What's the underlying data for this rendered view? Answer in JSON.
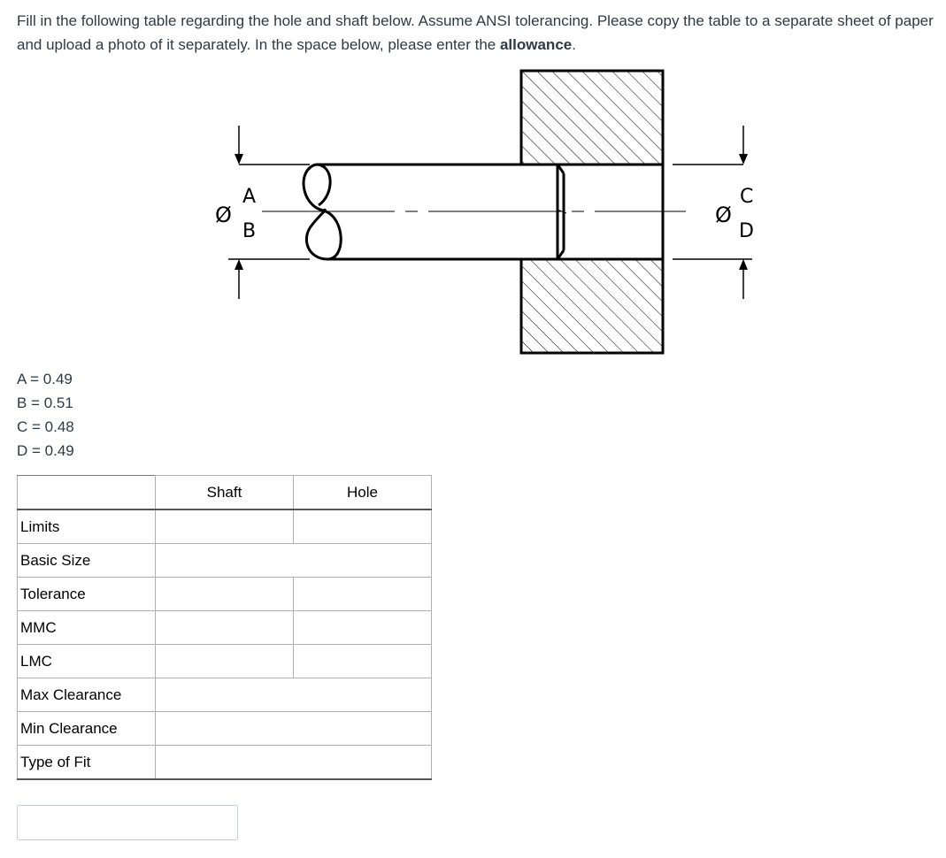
{
  "question": {
    "text_before": "Fill in the following table regarding the hole and shaft below. Assume ANSI tolerancing. Please copy the table to a separate sheet of paper and upload a photo of it separately. In the space below, please enter the ",
    "emphasis": "allowance",
    "text_after": "."
  },
  "figure": {
    "diameter_symbol": "Ø",
    "shaft_labels": {
      "top": "A",
      "bottom": "B"
    },
    "hole_labels": {
      "top": "C",
      "bottom": "D"
    }
  },
  "variables": [
    "A = 0.49",
    "B = 0.51",
    "C = 0.48",
    "D = 0.49"
  ],
  "table": {
    "headers": [
      "",
      "Shaft",
      "Hole"
    ],
    "rows": [
      {
        "label": "Limits",
        "split": true
      },
      {
        "label": "Basic Size",
        "split": false
      },
      {
        "label": "Tolerance",
        "split": true
      },
      {
        "label": "MMC",
        "split": true
      },
      {
        "label": "LMC",
        "split": true
      },
      {
        "label": "Max Clearance",
        "split": false
      },
      {
        "label": "Min Clearance",
        "split": false
      },
      {
        "label": "Type of Fit",
        "split": false
      }
    ]
  },
  "answer": {
    "value": "",
    "placeholder": ""
  }
}
